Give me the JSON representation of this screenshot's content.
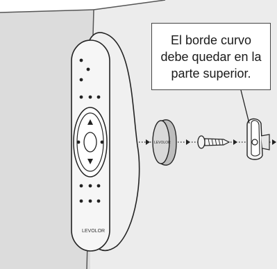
{
  "callout": {
    "lines": [
      "El borde curvo",
      "debe quedar en la",
      "parte superior."
    ]
  },
  "brand": "LEVOLOR",
  "colors": {
    "wall_front": "#dcdcdc",
    "wall_side": "#ececec",
    "corner_line": "#555555",
    "line": "#222222",
    "part_fill": "#f4f4f4",
    "cap_fill": "#cfcfcf"
  },
  "icons": {
    "remote": "remote-control",
    "cap": "wall-mount-cap",
    "screw": "screw",
    "bracket": "wall-bracket"
  }
}
